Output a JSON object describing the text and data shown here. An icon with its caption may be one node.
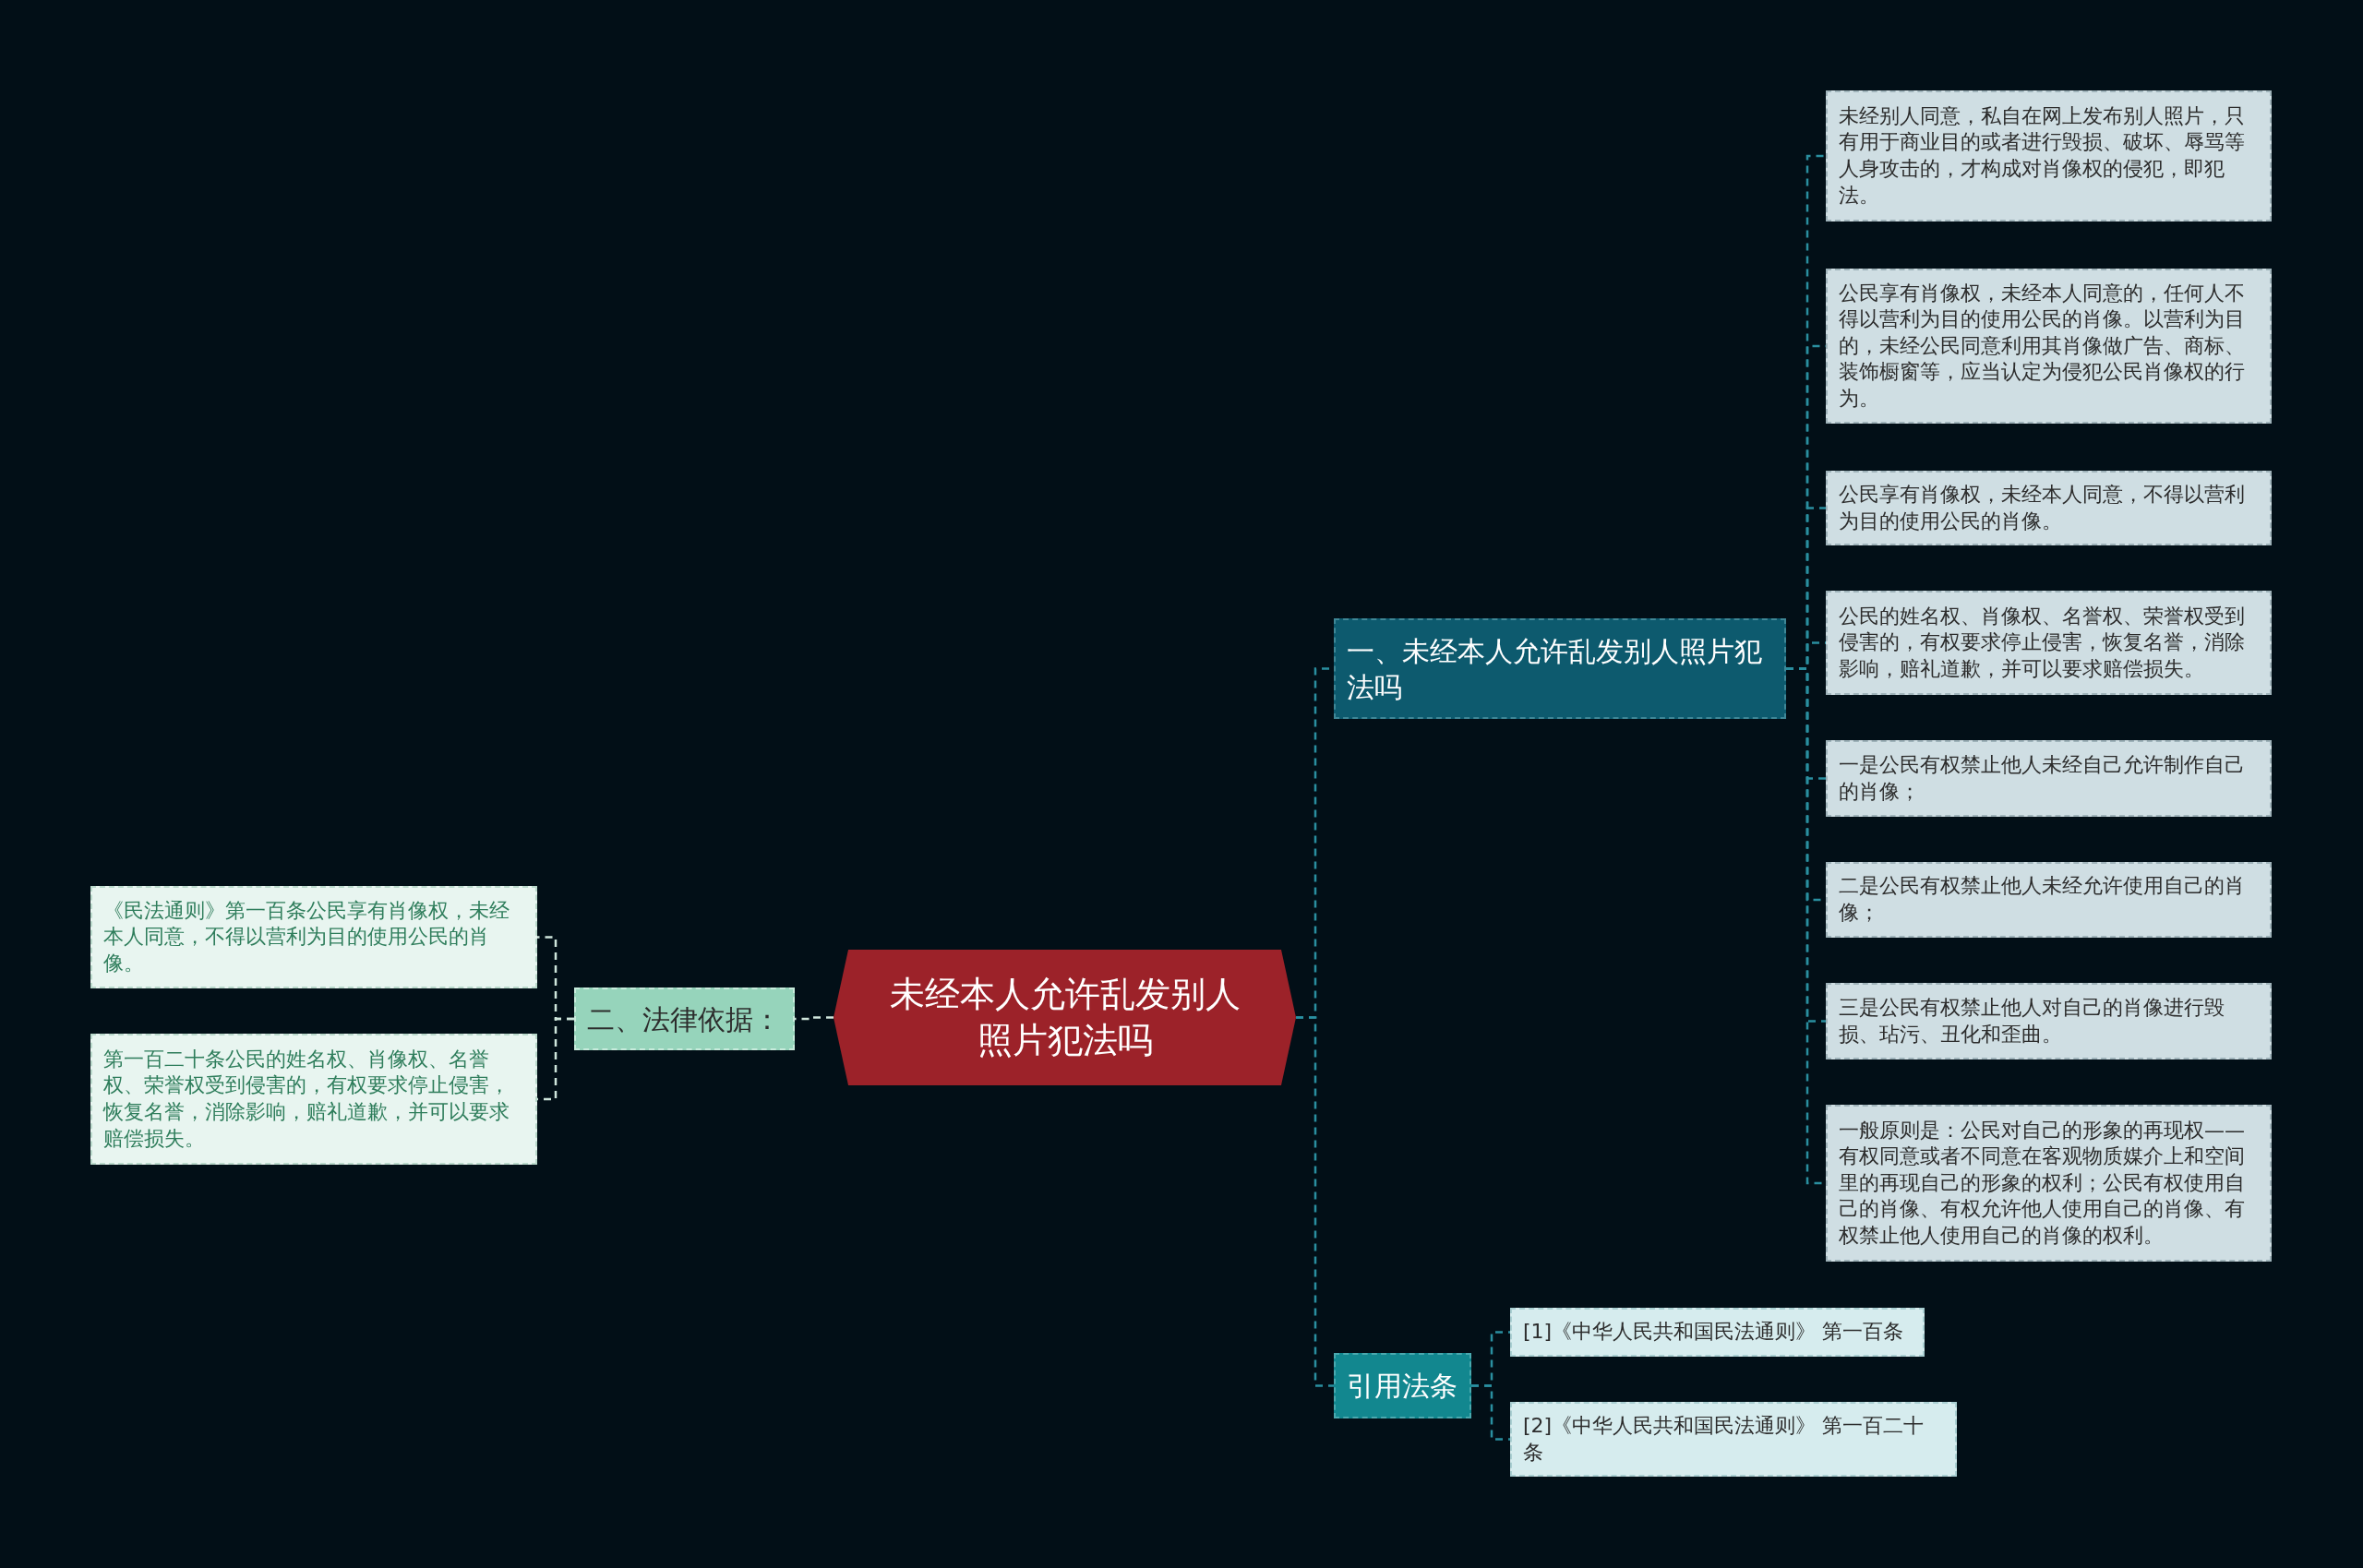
{
  "diagram": {
    "nodes": [
      {
        "text": [
          "未经本人允许乱发别人照片犯法吗"
        ]
      },
      {
        "text": [
          "一、未经本人允许乱发别人照片犯法吗"
        ]
      },
      {
        "text": [
          "未经别人同意，私自在网上发布别人照片，只有用于商业目的或者进行毁损、破坏、辱骂等人身攻击的，才构成对肖像权的侵犯，即犯法。"
        ]
      },
      {
        "text": [
          "公民享有肖像权，未经本人同意的，任何人不得以营利为目的使用公民的肖像。以营利为目的，未经公民同意利用其肖像做广告、商标、装饰橱窗等，应当认定为侵犯公民肖像权的行为。"
        ]
      },
      {
        "text": [
          "公民享有肖像权，未经本人同意，不得以营利为目的使用公民的肖像。"
        ]
      },
      {
        "text": [
          "公民的姓名权、肖像权、名誉权、荣誉权受到侵害的，有权要求停止侵害，恢复名誉，消除影响，赔礼道歉，并可以要求赔偿损失。"
        ]
      },
      {
        "text": [
          "一是公民有权禁止他人未经自己允许制作自己的肖像；"
        ]
      },
      {
        "text": [
          "二是公民有权禁止他人未经允许使用自己的肖像；"
        ]
      },
      {
        "text": [
          "三是公民有权禁止他人对自己的肖像进行毁损、玷污、丑化和歪曲。"
        ]
      },
      {
        "text": [
          "一般原则是：公民对自己的形象的再现权——有权同意或者不同意在客观物质媒介上和空间里的再现自己的形象的权利；公民有权使用自己的肖像、有权允许他人使用自己的肖像、有权禁止他人使用自己的肖像的权利。"
        ]
      },
      {
        "text": [
          "引用法条"
        ]
      },
      {
        "text": [
          "[1]《中华人民共和国民法通则》 第一百条"
        ]
      },
      {
        "text": [
          "[2]《中华人民共和国民法通则》 第一百二十条"
        ]
      },
      {
        "text": [
          "二、法律依据："
        ]
      },
      {
        "text": [
          "《民法通则》第一百条公民享有肖像权，未经本人同意，不得以营利为目的使用公民的肖像。"
        ]
      },
      {
        "text": [
          "第一百二十条公民的姓名权、肖像权、名誉权、荣誉权受到侵害的，有权要求停止侵害，恢复名誉，消除影响，赔礼道歉，并可以要求赔偿损失。"
        ]
      }
    ],
    "edges": [
      {
        "from": 0,
        "to": 1,
        "arrow": "none"
      },
      {
        "from": 1,
        "to": 2,
        "arrow": "none"
      },
      {
        "from": 1,
        "to": 3,
        "arrow": "none"
      },
      {
        "from": 1,
        "to": 4,
        "arrow": "none"
      },
      {
        "from": 1,
        "to": 5,
        "arrow": "none"
      },
      {
        "from": 1,
        "to": 6,
        "arrow": "none"
      },
      {
        "from": 1,
        "to": 7,
        "arrow": "none"
      },
      {
        "from": 1,
        "to": 8,
        "arrow": "none"
      },
      {
        "from": 1,
        "to": 9,
        "arrow": "none"
      },
      {
        "from": 0,
        "to": 10,
        "arrow": "none"
      },
      {
        "from": 10,
        "to": 11,
        "arrow": "none"
      },
      {
        "from": 10,
        "to": 12,
        "arrow": "none"
      },
      {
        "from": 0,
        "to": 13,
        "arrow": "none",
        "color": "#cfe6dc"
      },
      {
        "from": 13,
        "to": 14,
        "arrow": "none",
        "color": "#cfe6dc"
      },
      {
        "from": 13,
        "to": 15,
        "arrow": "none",
        "color": "#cfe6dc"
      }
    ]
  }
}
